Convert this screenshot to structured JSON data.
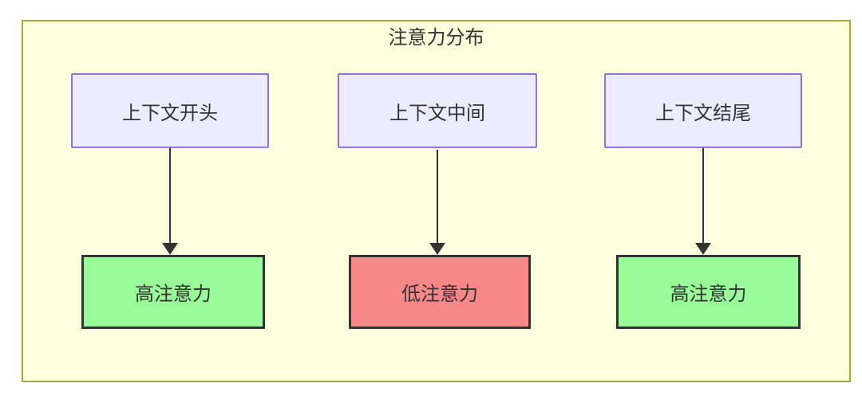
{
  "diagram": {
    "title": "注意力分布",
    "columns": [
      {
        "source": "上下文开头",
        "target": "高注意力",
        "target_level": "high"
      },
      {
        "source": "上下文中间",
        "target": "低注意力",
        "target_level": "low"
      },
      {
        "source": "上下文结尾",
        "target": "高注意力",
        "target_level": "high"
      }
    ],
    "colors": {
      "container_fill": "#ffffde",
      "container_border": "#aaaa33",
      "node_fill": "#ececff",
      "node_border": "#9370db",
      "high_fill": "#98fb98",
      "low_fill": "#f88888",
      "result_border": "#333333",
      "arrow": "#333333",
      "text": "#333333",
      "page_bg": "#ffffff"
    }
  }
}
